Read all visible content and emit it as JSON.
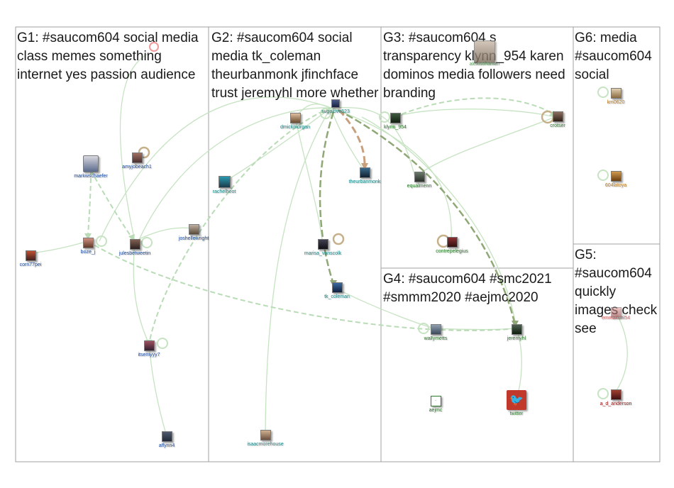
{
  "groups": [
    {
      "id": "G1",
      "title": "G1: #saucom604 social media class memes something internet yes passion audience"
    },
    {
      "id": "G2",
      "title": "G2: #saucom604 social media tk_coleman theurbanmonk jfinchface trust jeremyhl more whether"
    },
    {
      "id": "G3",
      "title": "G3: #saucom604 s transparency klynn_954 karen dominos media followers need branding"
    },
    {
      "id": "G6",
      "title": "G6: media #saucom604 social"
    },
    {
      "id": "G4",
      "title": "G4: #saucom604 #smc2021 #smmm2020 #aejmc2020"
    },
    {
      "id": "G5",
      "title": "G5: #saucom604 quickly images check see"
    }
  ],
  "colors": {
    "blue_label": "#1f4ea1",
    "teal_label": "#1b8a8a",
    "green_label": "#2a7a2a",
    "orange_label": "#c07a10",
    "red_label": "#a01818",
    "pink_label": "#d06a6a",
    "edge_light": "#b9dcb6",
    "edge_dark": "#7a9a5a",
    "edge_tan": "#c49a78",
    "twitter": "#c0392b"
  },
  "nodes": {
    "markwschaefer": "markwschaefer",
    "amyjobeach1": "amyjobeach1",
    "boze_j": "boze_j",
    "julesbetweetin": "julesbetweetin",
    "joshellewright": "joshellewright",
    "corn77pei": "corn77pei",
    "itsemyyy7": "itsemyyy7",
    "aflynn4": "aflynn4",
    "dmickmorgan": "dmickmorgan",
    "sugalove523": "sugalove523",
    "rachelheot": "rachelheot",
    "theurbanmonk": "theurbanmonk",
    "marisa_vanscolk": "marisa_vanscolk",
    "tk_coleman": "tk_coleman",
    "isaacmorehouse": "isaacmorehouse",
    "alexisohanian": "alexisohanian",
    "klynn_954": "klynn_954",
    "crotser": "crotser",
    "equalmenn": "equalmenn",
    "contrepelegius": "contrepelegius",
    "km0620": "km0620",
    "604latoya": "604latoya",
    "wallymetts": "wallymetts",
    "jeremyhl": "jeremyhl",
    "aejmc": "aejmc",
    "twitter": "twitter",
    "emmakuhl54": "emmakuhl54",
    "a_d_anderson": "a_d_anderson"
  }
}
